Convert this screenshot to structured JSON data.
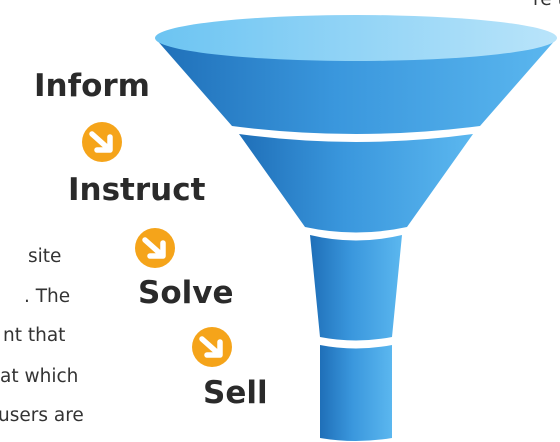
{
  "body_text_lines": [
    "re to.",
    "site",
    ". The",
    "nt that",
    "at which",
    "users are"
  ],
  "funnel_stages": [
    "Inform",
    "Instruct",
    "Solve",
    "Sell"
  ],
  "colors": {
    "funnel_light": "#5bb7ef",
    "funnel_mid": "#3a97dd",
    "funnel_dark": "#1f6fb8",
    "funnel_top": "#a8dcf7",
    "arrow_badge": "#f5a41a"
  },
  "icons": {
    "stage_arrow": "arrow-down-right-icon"
  }
}
